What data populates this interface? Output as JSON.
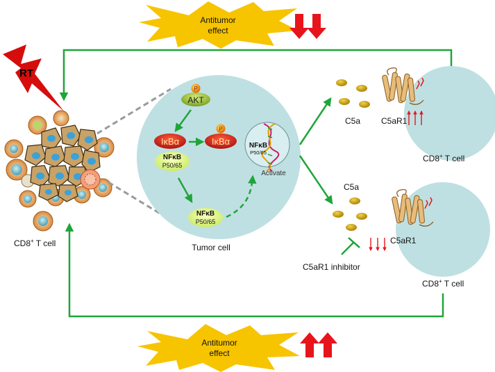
{
  "labels": {
    "antitumor_top_line1": "Antitumor",
    "antitumor_top_line2": "effect",
    "antitumor_bottom_line1": "Antitumor",
    "antitumor_bottom_line2": "effect",
    "rt": "RT",
    "akt": "AKT",
    "phospho": "P",
    "ikba": "IκBα",
    "ikba_p": "IκBα",
    "nfkb": "NFκB",
    "p5065": "P50/65",
    "activate": "Activate",
    "tumor_cell": "Tumor cell",
    "cd8_left_main": "CD8",
    "cd8_left_sup": "+",
    "cd8_left_tail": " T cell",
    "c5a_top": "C5a",
    "c5ar1_top": "C5aR1",
    "cd8_top_main": "CD8",
    "cd8_top_sup": "+",
    "cd8_top_tail": " T cell",
    "c5a_bottom": "C5a",
    "c5ar1_bottom": "C5aR1",
    "inhibitor": "C5aR1 inhibitor",
    "cd8_bottom_main": "CD8",
    "cd8_bottom_sup": "+",
    "cd8_bottom_tail": " T cell"
  },
  "colors": {
    "arrow_green": "#1fa53a",
    "cell_fill": "#bfe0e2",
    "burst_yellow": "#f7c400",
    "red_arrow": "#e8141b",
    "c5a_gold": "#c9a100"
  }
}
